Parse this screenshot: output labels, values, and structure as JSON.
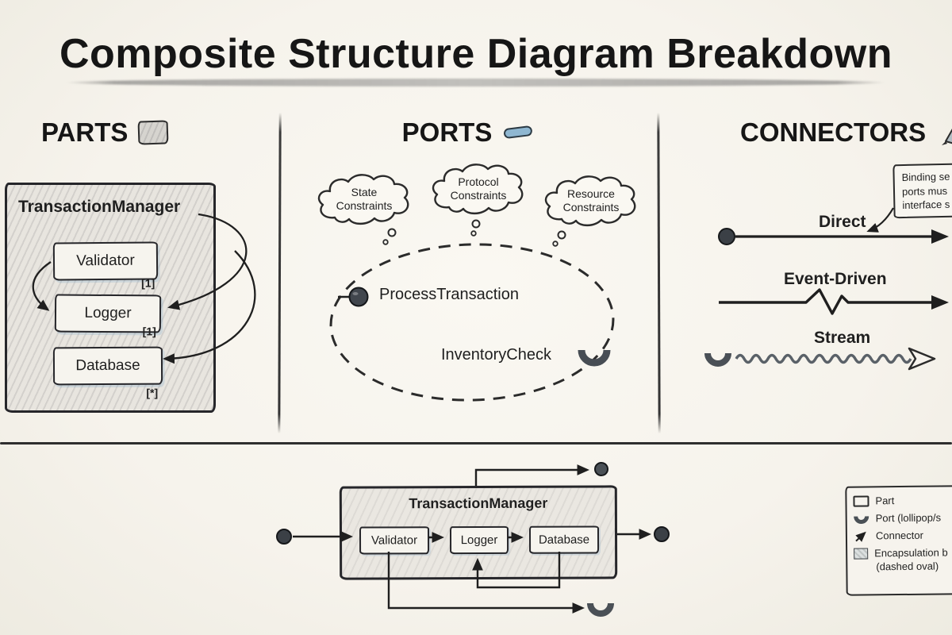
{
  "title": "Composite Structure Diagram Breakdown",
  "sections": {
    "parts": {
      "label": "PARTS",
      "container": {
        "name": "TransactionManager",
        "parts": [
          {
            "name": "Validator",
            "multiplicity": "[1]"
          },
          {
            "name": "Logger",
            "multiplicity": "[1]"
          },
          {
            "name": "Database",
            "multiplicity": "[*]"
          }
        ]
      }
    },
    "ports": {
      "label": "PORTS",
      "constraint_clouds": [
        {
          "line1": "State",
          "line2": "Constraints"
        },
        {
          "line1": "Protocol",
          "line2": "Constraints"
        },
        {
          "line1": "Resource",
          "line2": "Constraints"
        }
      ],
      "ports": [
        {
          "name": "ProcessTransaction",
          "kind": "lollipop-provided-interface"
        },
        {
          "name": "InventoryCheck",
          "kind": "socket-required-interface"
        }
      ]
    },
    "connectors": {
      "label": "CONNECTORS",
      "note": {
        "line1": "Binding se",
        "line2": "ports mus",
        "line3": "interface s"
      },
      "types": [
        {
          "label": "Direct",
          "style": "solid-line-filled-arrow"
        },
        {
          "label": "Event-Driven",
          "style": "zigzag-line-filled-arrow"
        },
        {
          "label": "Stream",
          "style": "wavy-line-open-arrow"
        }
      ]
    }
  },
  "example": {
    "container": "TransactionManager",
    "parts": [
      "Validator",
      "Logger",
      "Database"
    ]
  },
  "legend": {
    "items": [
      {
        "label": "Part",
        "icon": "rectangle-icon"
      },
      {
        "label": "Port (lollipop/s",
        "icon": "socket-icon"
      },
      {
        "label": "Connector",
        "icon": "arrow-icon"
      },
      {
        "label": "Encapsulation b",
        "label_line2": "(dashed oval)",
        "icon": "shaded-box-icon"
      }
    ]
  },
  "colors": {
    "paper": "#f7f4ee",
    "ink": "#1f1f1f",
    "accent_blue": "#8fb7d1",
    "shade_gray": "#d9d6cf",
    "socket_gray": "#4a5056"
  }
}
